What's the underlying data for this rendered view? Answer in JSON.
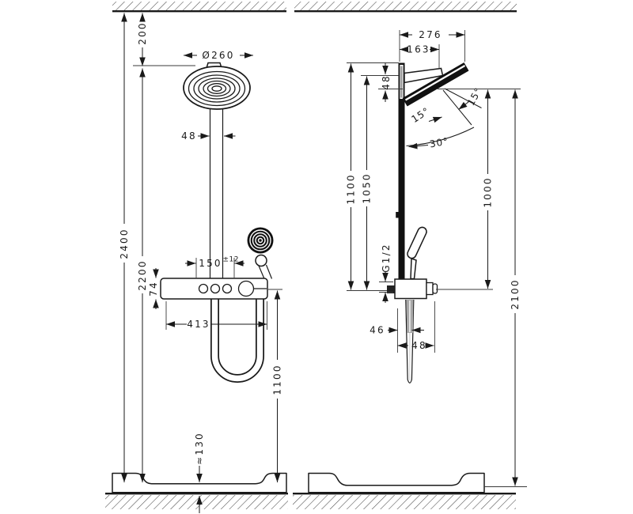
{
  "drawing_type": "technical-dimension-drawing",
  "subject": "shower system front and side elevation with installation dimensions",
  "colors": {
    "line": "#1a1a1a",
    "background": "#ffffff",
    "hose_gray": "#a8a8a8",
    "bar_gray": "#999999"
  },
  "dims": {
    "front": {
      "ceiling_to_head": "200",
      "head_diameter": "Ø260",
      "pipe_width": "48",
      "overall_height": "2400",
      "head_height": "2200",
      "supply_spacing": "150",
      "supply_tolerance": "±12",
      "valve_body_height": "74",
      "valve_width": "413",
      "valve_above_tub": "1100",
      "tub_floor_height": "≈130"
    },
    "side": {
      "head_reach": "276",
      "arm_reach": "163",
      "head_thickness": "48",
      "tilt_up": "15°",
      "tilt_down": "15°",
      "tilt_range": "30°",
      "bar_top_above_valve": "1100",
      "arm_above_valve": "1050",
      "spray_above_valve": "1000",
      "overall_height": "2100",
      "thread_size": "G1/2",
      "hose_wall_offset": "46",
      "hose_width": "48"
    }
  }
}
